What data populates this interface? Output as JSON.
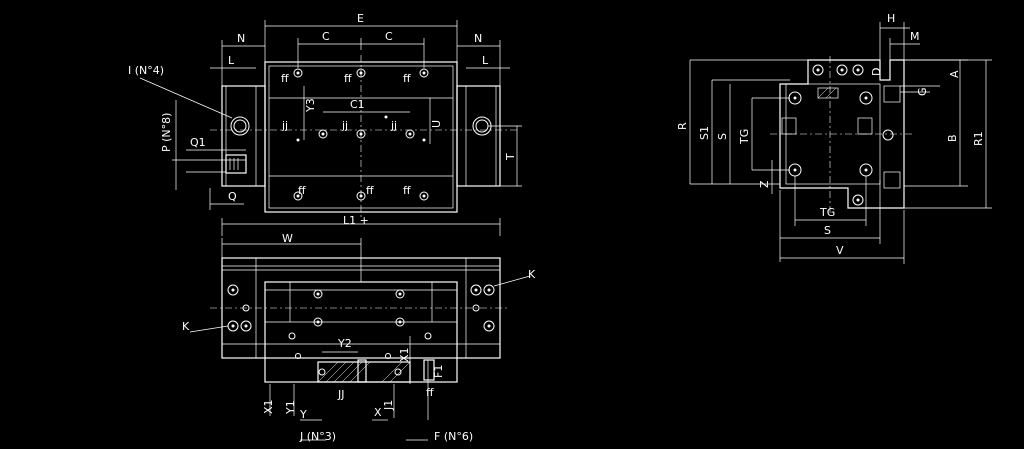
{
  "top_view": {
    "dims": {
      "E": "E",
      "C_left": "C",
      "C_right": "C",
      "N_left": "N",
      "N_right": "N",
      "L_left": "L",
      "L_right": "L",
      "I": "I (N°4)",
      "P": "P (N°8)",
      "Q1": "Q1",
      "Q": "Q",
      "Y3": "Y3",
      "C1": "C1",
      "U": "U",
      "T": "T",
      "L1": "L1 +"
    },
    "thread_labels": {
      "ff_tl": "ff",
      "ff_tm": "ff",
      "ff_tr": "ff",
      "ff_bl": "ff",
      "ff_bm": "ff",
      "ff_br": "ff",
      "jj_l": "jj",
      "jj_m": "jj",
      "jj_r": "jj"
    }
  },
  "front_view": {
    "dims": {
      "W": "W",
      "K_right": "K",
      "K_left": "K",
      "Y2": "Y2",
      "X1_v": "X1",
      "F1": "F1",
      "X1_bottom": "X1",
      "Y1": "Y1",
      "Y": "Y",
      "JJ": "JJ",
      "J1": "J1",
      "X": "X",
      "ff": "ff",
      "J": "J (N°3)",
      "F": "F (N°6)"
    }
  },
  "side_view": {
    "dims": {
      "H": "H",
      "M": "M",
      "D": "D",
      "A": "A",
      "G": "G",
      "R": "R",
      "S1": "S1",
      "S_left": "S",
      "TG_left": "TG",
      "Z": "Z",
      "B": "B",
      "R1": "R1",
      "TG_bottom": "TG",
      "S_bottom": "S",
      "V": "V"
    }
  }
}
